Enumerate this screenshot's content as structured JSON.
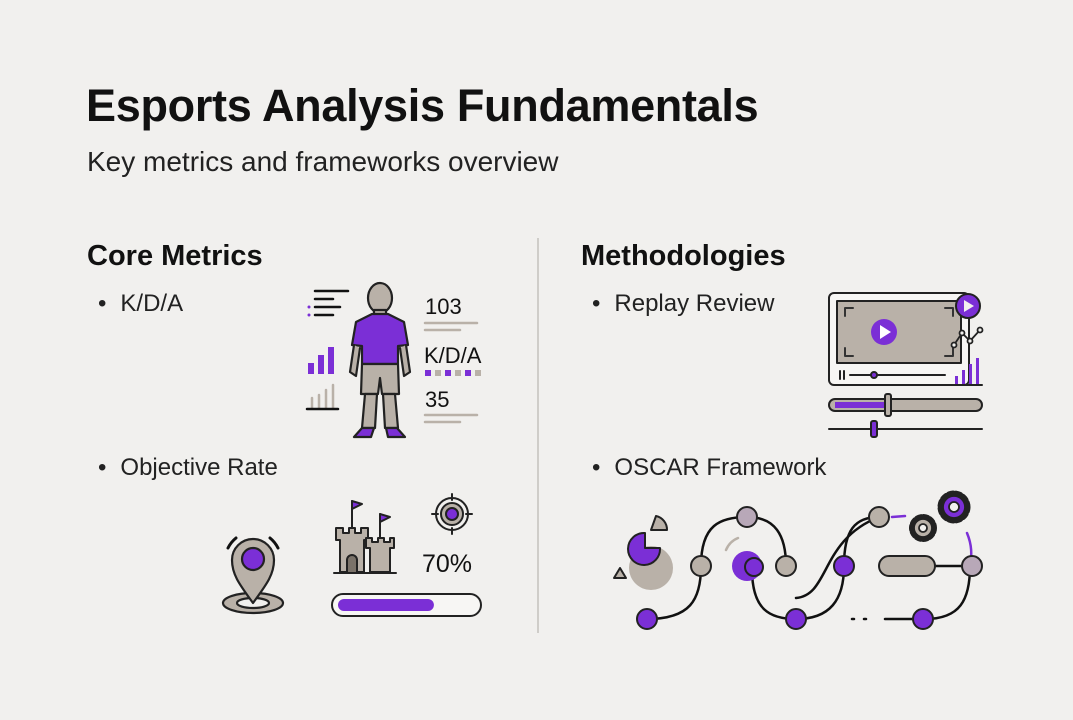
{
  "header": {
    "title": "Esports Analysis Fundamentals",
    "subtitle": "Key metrics and frameworks overview"
  },
  "core_metrics": {
    "heading": "Core Metrics",
    "items": [
      {
        "label": "K/D/A"
      },
      {
        "label": "Objective Rate"
      }
    ],
    "kda_stats": {
      "kills": "103",
      "label": "K/D/A",
      "assists": "35"
    },
    "objective_rate": {
      "label": "70%",
      "progress": 0.7
    }
  },
  "methodologies": {
    "heading": "Methodologies",
    "items": [
      {
        "label": "Replay Review"
      },
      {
        "label": "OSCAR Framework"
      }
    ]
  },
  "colors": {
    "accent": "#7b2fd6",
    "neutral": "#b9b1a8",
    "background": "#f1f0ee"
  }
}
